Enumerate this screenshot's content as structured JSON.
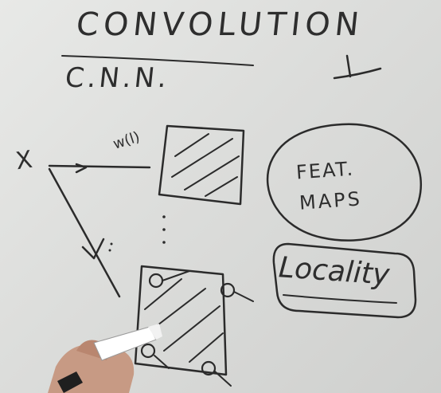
{
  "board": {
    "title": "CONVOLUTION",
    "subtitle": "C.N.N.",
    "input_label": "X",
    "weight_label": "w(l)",
    "feature_label_line1": "FEAT.",
    "feature_label_line2": "MAPS",
    "locality_label": "Locality"
  },
  "colors": {
    "board": "#dcdddb",
    "ink": "#2b2b2b",
    "marker_cap": "#ffffff",
    "hand": "#c79a84"
  }
}
